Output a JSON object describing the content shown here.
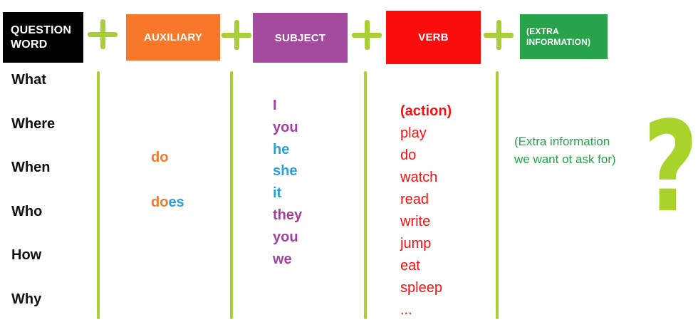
{
  "theme": {
    "lime": "#A9CF38",
    "qmark": "#A7D32B",
    "green-text": "#23A14C"
  },
  "formula_row": {
    "plus_icon": "+",
    "boxes": [
      {
        "label": "QUESTION\nWORD",
        "bg": "#000000",
        "text_color": "#FFFFFF"
      },
      {
        "label": "AUXILIARY",
        "bg": "#F7782B",
        "text_color": "#FFFFFF"
      },
      {
        "label": "SUBJECT",
        "bg": "#A44A9E",
        "text_color": "#FFFFFF"
      },
      {
        "label": "VERB",
        "bg": "#F90D0D",
        "text_color": "#FFFFFF"
      },
      {
        "label": "(EXTRA\nINFORMATION)",
        "bg": "#28A24B",
        "text_color": "#FFFFFF"
      }
    ]
  },
  "question_words": [
    "What",
    "Where",
    "When",
    "Who",
    "How",
    "Why"
  ],
  "auxiliary": {
    "do": "do",
    "do_color": "#F5782A",
    "does_stem": "do",
    "does_stem_color": "#F5782A",
    "does_suffix": "es",
    "does_suffix_color": "#2B9FD9"
  },
  "subjects": [
    {
      "text": "I",
      "color": "#A3409F"
    },
    {
      "text": "you",
      "color": "#A3409F"
    },
    {
      "text": "he",
      "color": "#2B9FD9"
    },
    {
      "text": "she",
      "color": "#2B9FD9"
    },
    {
      "text": "it",
      "color": "#2B9FD9"
    },
    {
      "text": "they",
      "color": "#A3409F"
    },
    {
      "text": "you",
      "color": "#A3409F"
    },
    {
      "text": "we",
      "color": "#A3409F"
    }
  ],
  "verbs": {
    "heading": "(action)",
    "color": "#FA1010",
    "items": [
      "play",
      "do",
      "watch",
      "read",
      "write",
      "jump",
      "eat",
      "spleep",
      "..."
    ]
  },
  "extra_info": {
    "note": "(Extra information\nwe want ot ask for)"
  },
  "question_mark": "?"
}
